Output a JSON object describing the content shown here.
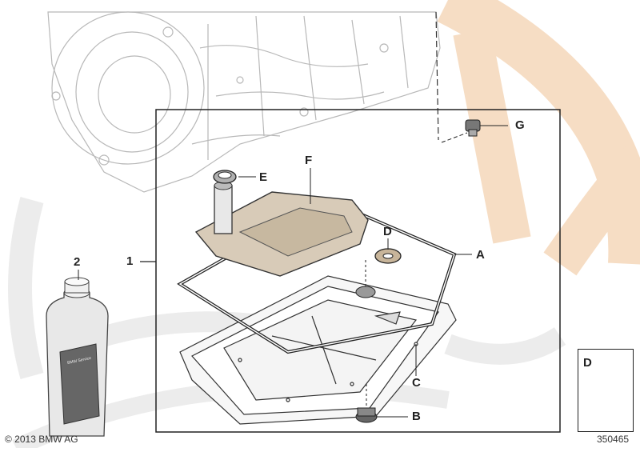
{
  "colors": {
    "background": "#ffffff",
    "watermark_orange": "#f6ddc4",
    "watermark_gray": "#ececec",
    "line": "#333333",
    "housing_line": "#b8b8b8"
  },
  "callouts": {
    "one": "1",
    "two": "2",
    "a": "A",
    "b": "B",
    "c": "C",
    "d": "D",
    "e": "E",
    "f": "F",
    "g": "G"
  },
  "legend": {
    "label": "D"
  },
  "bottle": {
    "label": "BMW Service"
  },
  "footer": {
    "copyright": "© 2013 BMW AG",
    "diagram_number": "350465"
  }
}
